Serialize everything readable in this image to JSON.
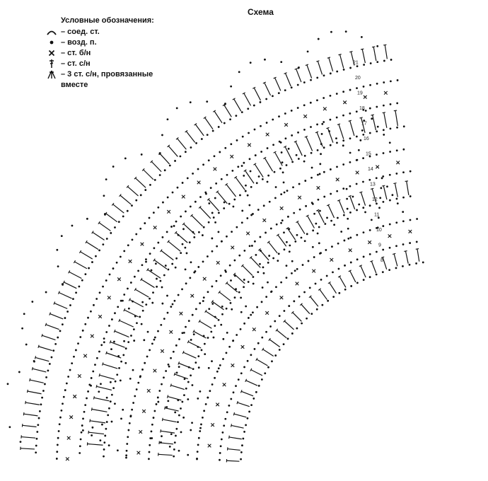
{
  "scheme_title": "Схема",
  "legend": {
    "title": "Условные обозначения:",
    "items": [
      {
        "icon": "arc-icon",
        "label": "– соед. ст."
      },
      {
        "icon": "dot-icon",
        "label": "– возд. п."
      },
      {
        "icon": "cross-icon",
        "label": "– ст. б/н"
      },
      {
        "icon": "t-stitch-icon",
        "label": "– ст. с/н"
      },
      {
        "icon": "cluster-icon",
        "label": "– 3 ст. с/н, провязанные\nвместе"
      }
    ]
  },
  "row_numbers": [
    "8",
    "9",
    "10",
    "11",
    "12",
    "13",
    "14",
    "15",
    "16",
    "17",
    "18",
    "19",
    "20",
    "21"
  ],
  "colors": {
    "ink": "#111111",
    "background": "#ffffff"
  }
}
